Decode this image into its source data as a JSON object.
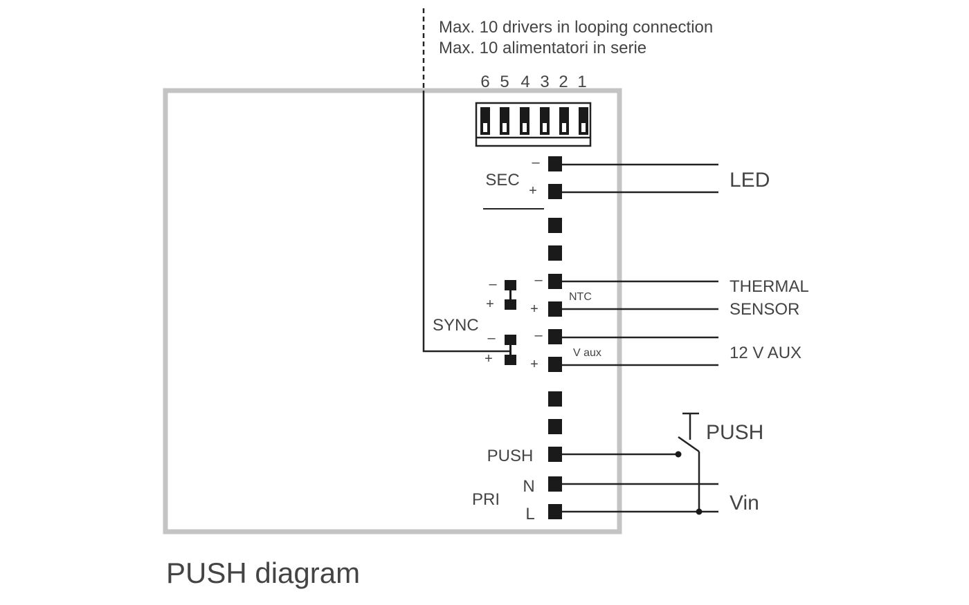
{
  "note": {
    "line1": "Max. 10 drivers in looping connection",
    "line2": "Max. 10 alimentatori in serie"
  },
  "dip": {
    "numbers": [
      "6",
      "5",
      "4",
      "3",
      "2",
      "1"
    ]
  },
  "labels": {
    "sec": "SEC",
    "sync": "SYNC",
    "ntc": "NTC",
    "vaux": "V aux",
    "push": "PUSH",
    "pri": "PRI",
    "n": "N",
    "l": "L",
    "minus": "–",
    "plus": "+"
  },
  "outputs": {
    "led": "LED",
    "thermal1": "THERMAL",
    "thermal2": "SENSOR",
    "aux": "12 V AUX",
    "push": "PUSH",
    "vin": "Vin"
  },
  "caption": "PUSH diagram",
  "colors": {
    "frame": "#c4c4c4",
    "ink": "#1a1a1a",
    "text": "#444444"
  }
}
